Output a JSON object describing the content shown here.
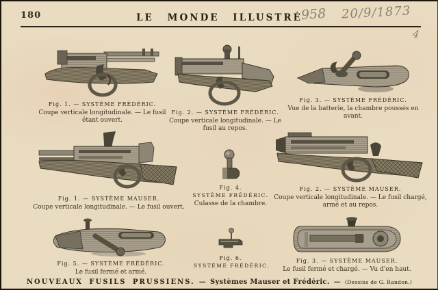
{
  "page": {
    "number": "180",
    "masthead": "LE MONDE ILLUSTRÉ"
  },
  "handwritten": {
    "issue_number": "958",
    "date": "20/9/1873",
    "corner_mark": "4"
  },
  "figures": {
    "fig1_frederic": {
      "label": "Fig. 1. — SYSTÈME FRÉDÉRIC.",
      "caption": "Coupe verticale longitudinale. — Le fusil étant ouvert."
    },
    "fig2_frederic": {
      "label": "Fig. 2. — SYSTÈME FRÉDÉRIC.",
      "caption": "Coupe verticale longitudinale. — Le fusil au repos."
    },
    "fig3_frederic": {
      "label": "Fig. 3. — SYSTÈME FRÉDÉRIC.",
      "caption": "Vue de la batterie, la chambre poussés en avant."
    },
    "fig1_mauser": {
      "label": "Fig. 1. — SYSTÈME MAUSER.",
      "caption": "Coupe verticale longitudinale. — Le fusil ouvert."
    },
    "fig4_frederic": {
      "label": "Fig. 4.",
      "sublabel": "SYSTÈME FRÉDÉRIC.",
      "caption": "Culasse de la chambre."
    },
    "fig2_mauser": {
      "label": "Fig. 2. — SYSTÈME MAUSER.",
      "caption": "Coupe verticale longitudinale. — Le fusil chargé, armé et au repos."
    },
    "fig5_frederic": {
      "label": "Fig. 5. — SYSTÈME FRÉDÉRIC.",
      "caption": "Le fusil fermé et armé."
    },
    "fig6_frederic": {
      "label": "Fig. 6.",
      "sublabel": "SYSTÈME FRÉDÉRIC."
    },
    "fig3_mauser": {
      "label": "Fig. 3. — SYSTÈME MAUSER.",
      "caption": "Le fusil fermé et chargé. — Vu d'en haut."
    }
  },
  "footer": {
    "title": "NOUVEAUX FUSILS PRUSSIENS.",
    "separator": "—",
    "subtitle": "Systèmes Mauser et Frédéric.",
    "credit": "(Dessins de G. Randon.)"
  },
  "colors": {
    "paper": "#e9dcc0",
    "ink": "#32291c",
    "handwriting_ink": "#8b8070",
    "engraving_dark": "#4a4536",
    "engraving_mid": "#8e8675"
  }
}
